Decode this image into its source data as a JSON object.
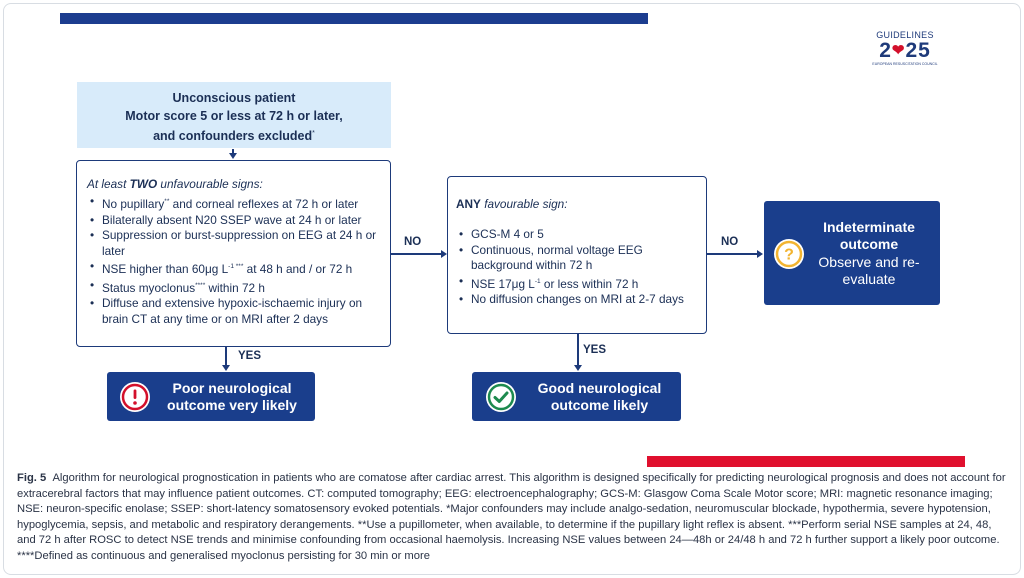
{
  "logo": {
    "top_text": "GUIDELINES",
    "year_left": "2",
    "year_right": "25",
    "sub_text": "EUROPEAN RESUSCITATION COUNCIL",
    "accent_color": "#d3102b"
  },
  "colors": {
    "navy": "#1a3e8c",
    "light_blue": "#d8ebfa",
    "top_bar": "#1c3d8f",
    "red_bar": "#e0102e",
    "red_icon": "#d3102b",
    "green_icon": "#1d8a4e",
    "yellow_icon": "#f2b431"
  },
  "start_box": {
    "line1": "Unconscious patient",
    "line2": "Motor score 5 or less at 72 h or later,",
    "line3": "and confounders excluded",
    "line3_sup": "*"
  },
  "unfavourable": {
    "heading_pre": "At least ",
    "heading_strong": "TWO",
    "heading_post": " unfavourable signs:",
    "items": [
      {
        "pre": "No pupillary",
        "sup": "**",
        "post": " and corneal reflexes at 72 h or later"
      },
      {
        "pre": "Bilaterally absent N20 SSEP wave at 24 h or later",
        "sup": "",
        "post": ""
      },
      {
        "pre": "Suppression or burst-suppression on EEG at 24 h or later",
        "sup": "",
        "post": ""
      },
      {
        "pre": "NSE higher than 60μg L",
        "sup": "-1 ***",
        "post": " at 48 h and / or 72 h"
      },
      {
        "pre": "Status myoclonus",
        "sup": "****",
        "post": " within 72 h"
      },
      {
        "pre": "Diffuse and extensive hypoxic-ischaemic injury on brain CT at any time or on MRI after 2 days",
        "sup": "",
        "post": ""
      }
    ]
  },
  "favourable": {
    "heading_strong": "ANY",
    "heading_post": " favourable sign:",
    "items": [
      {
        "pre": "GCS-M 4 or 5",
        "sup": "",
        "post": ""
      },
      {
        "pre": "Continuous, normal voltage EEG background within 72 h",
        "sup": "",
        "post": ""
      },
      {
        "pre": "NSE 17μg L",
        "sup": "-1",
        "post": " or less within 72 h"
      },
      {
        "pre": "No diffusion changes on MRI at 2-7 days",
        "sup": "",
        "post": ""
      }
    ]
  },
  "connectors": {
    "no_1": "NO",
    "no_2": "NO",
    "yes_1": "YES",
    "yes_2": "YES"
  },
  "outcomes": {
    "poor": {
      "text": "Poor neurological outcome very likely",
      "icon": "exclamation-icon"
    },
    "good": {
      "text": "Good neurological outcome likely",
      "icon": "checkmark-icon"
    },
    "indeterminate": {
      "title": "Indeterminate outcome",
      "sub": "Observe and re-evaluate",
      "icon": "question-icon"
    }
  },
  "caption": {
    "label": "Fig. 5",
    "text": "Algorithm for neurological prognostication in patients who are comatose after cardiac arrest. This algorithm is designed specifically for predicting neurological prognosis and does not account for extracerebral factors that may influence patient outcomes. CT: computed tomography; EEG: electroencephalography; GCS-M: Glasgow Coma Scale Motor score; MRI: magnetic resonance imaging; NSE: neuron-specific enolase; SSEP: short-latency somatosensory evoked potentials. *Major confounders may include analgo-sedation, neuromuscular blockade, hypothermia, severe hypotension, hypoglycemia, sepsis, and metabolic and respiratory derangements. **Use a pupillometer, when available, to determine if the pupillary light reflex is absent. ***Perform serial NSE samples at 24, 48, and 72 h after ROSC to detect NSE trends and minimise confounding from occasional haemolysis. Increasing NSE values between 24—48h or 24/48 h and 72 h further support a likely poor outcome. ****Defined as continuous and generalised myoclonus persisting for 30 min or more"
  }
}
